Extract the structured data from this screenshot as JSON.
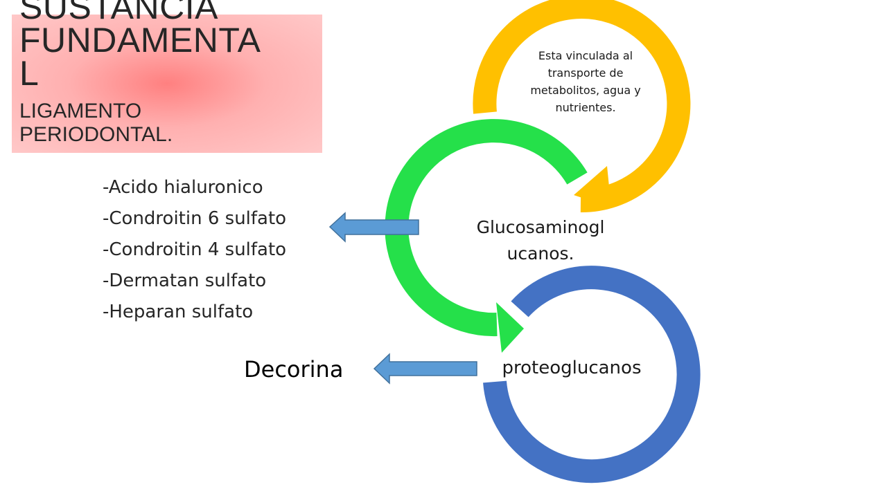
{
  "title": {
    "main": "SUSTANCIA\nFUNDAMENTA\nL",
    "sub": "LIGAMENTO\nPERIODONTAL."
  },
  "gag_list": [
    "-Acido hialuronico",
    "-Condroitin 6 sulfato",
    "-Condroitin 4 sulfato",
    "-Dermatan sulfato",
    "-Heparan sulfato"
  ],
  "decorina_label": "Decorina",
  "cycle": {
    "top_text": "Esta vinculada al transporte de metabolitos, agua y nutrientes.",
    "middle_text": "Glucosaminogl ucanos.",
    "bottom_text": "proteoglucanos"
  },
  "colors": {
    "title_accent": "#ff8080",
    "ring_top": "#ffc000",
    "ring_middle": "#25e04a",
    "ring_bottom": "#4472c4",
    "arrow_fill": "#5b9bd5",
    "arrow_stroke": "#41719c"
  }
}
